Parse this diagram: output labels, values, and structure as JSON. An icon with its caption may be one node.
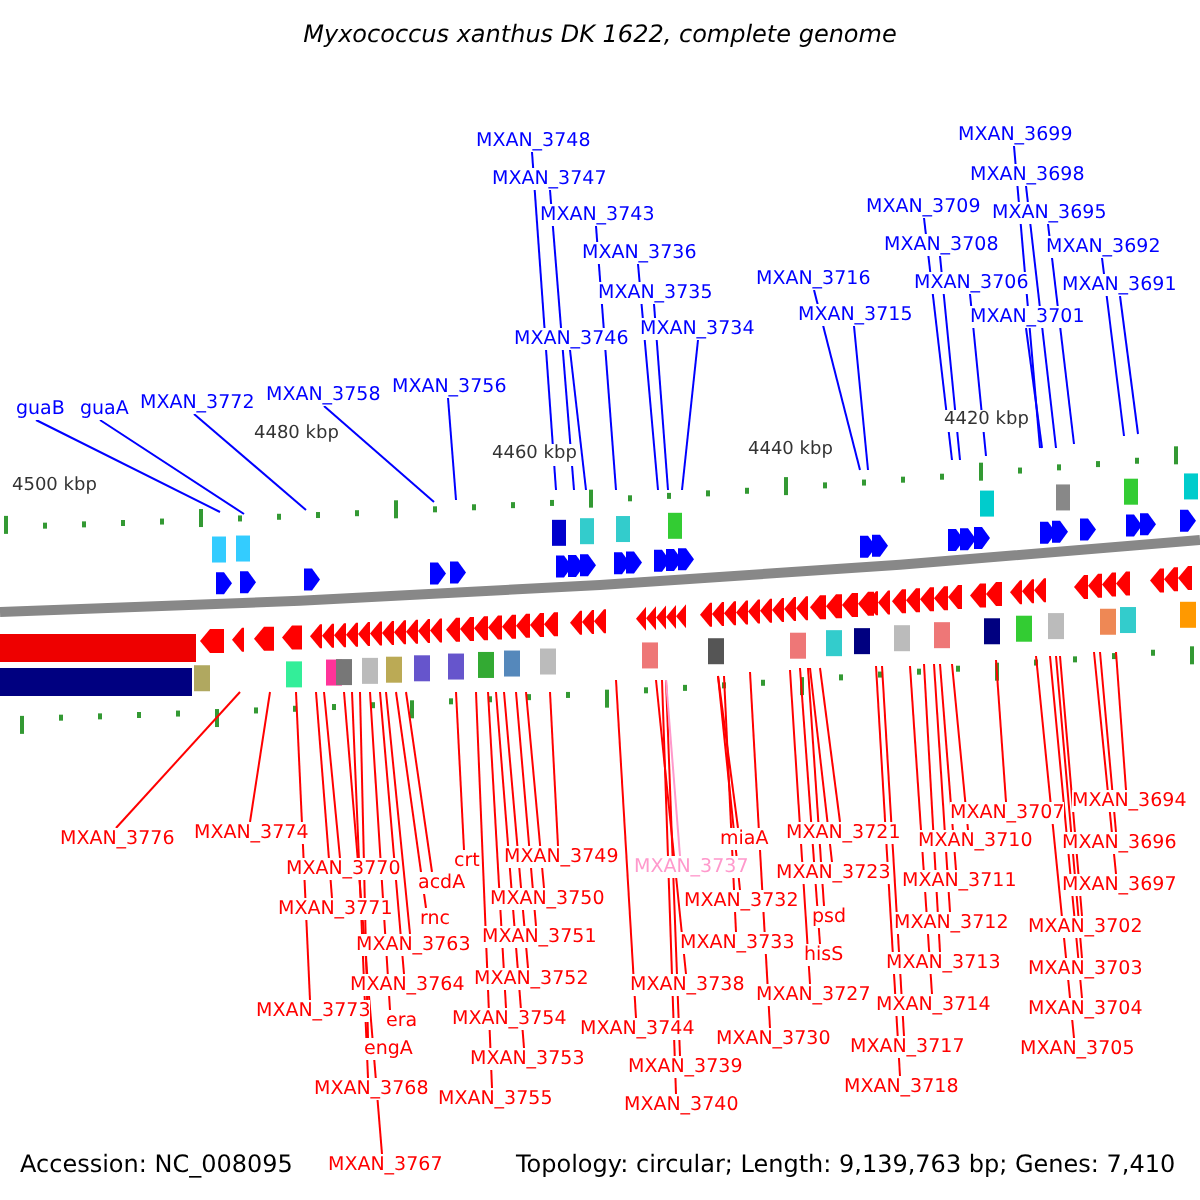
{
  "diagram": {
    "title": "Myxococcus xanthus DK 1622, complete genome",
    "nodes": [
      {
        "text": [
          "guaB"
        ]
      },
      {
        "text": [
          "guaA"
        ]
      },
      {
        "text": [
          "MXAN_3772"
        ]
      },
      {
        "text": [
          "MXAN_3758"
        ]
      },
      {
        "text": [
          "MXAN_3756"
        ]
      },
      {
        "text": [
          "MXAN_3748"
        ]
      },
      {
        "text": [
          "MXAN_3747"
        ]
      },
      {
        "text": [
          "MXAN_3743"
        ]
      },
      {
        "text": [
          "MXAN_3736"
        ]
      },
      {
        "text": [
          "MXAN_3735"
        ]
      },
      {
        "text": [
          "MXAN_3734"
        ]
      },
      {
        "text": [
          "MXAN_3746"
        ]
      },
      {
        "text": [
          "MXAN_3716"
        ]
      },
      {
        "text": [
          "MXAN_3715"
        ]
      },
      {
        "text": [
          "MXAN_3709"
        ]
      },
      {
        "text": [
          "MXAN_3708"
        ]
      },
      {
        "text": [
          "MXAN_3706"
        ]
      },
      {
        "text": [
          "MXAN_3701"
        ]
      },
      {
        "text": [
          "MXAN_3699"
        ]
      },
      {
        "text": [
          "MXAN_3698"
        ]
      },
      {
        "text": [
          "MXAN_3695"
        ]
      },
      {
        "text": [
          "MXAN_3692"
        ]
      },
      {
        "text": [
          "MXAN_3691"
        ]
      },
      {
        "text": [
          "MXAN_3776"
        ]
      },
      {
        "text": [
          "MXAN_3774"
        ]
      },
      {
        "text": [
          "MXAN_3770"
        ]
      },
      {
        "text": [
          "acdA"
        ]
      },
      {
        "text": [
          "crt"
        ]
      },
      {
        "text": [
          "MXAN_3749"
        ]
      },
      {
        "text": [
          "MXAN_3771"
        ]
      },
      {
        "text": [
          "MXAN_3750"
        ]
      },
      {
        "text": [
          "rnc"
        ]
      },
      {
        "text": [
          "MXAN_3763"
        ]
      },
      {
        "text": [
          "MXAN_3751"
        ]
      },
      {
        "text": [
          "MXAN_3764"
        ]
      },
      {
        "text": [
          "MXAN_3752"
        ]
      },
      {
        "text": [
          "MXAN_3773"
        ]
      },
      {
        "text": [
          "era"
        ]
      },
      {
        "text": [
          "MXAN_3754"
        ]
      },
      {
        "text": [
          "engA"
        ]
      },
      {
        "text": [
          "MXAN_3753"
        ]
      },
      {
        "text": [
          "MXAN_3768"
        ]
      },
      {
        "text": [
          "MXAN_3755"
        ]
      },
      {
        "text": [
          "MXAN_3767"
        ]
      },
      {
        "text": [
          "MXAN_3744"
        ]
      },
      {
        "text": [
          "MXAN_3738"
        ]
      },
      {
        "text": [
          "MXAN_3739"
        ]
      },
      {
        "text": [
          "MXAN_3740"
        ]
      },
      {
        "text": [
          "MXAN_3737"
        ]
      },
      {
        "text": [
          "miaA"
        ]
      },
      {
        "text": [
          "MXAN_3732"
        ]
      },
      {
        "text": [
          "MXAN_3733"
        ]
      },
      {
        "text": [
          "MXAN_3730"
        ]
      },
      {
        "text": [
          "MXAN_3727"
        ]
      },
      {
        "text": [
          "MXAN_3721"
        ]
      },
      {
        "text": [
          "MXAN_3723"
        ]
      },
      {
        "text": [
          "psd"
        ]
      },
      {
        "text": [
          "hisS"
        ]
      },
      {
        "text": [
          "MXAN_3707"
        ]
      },
      {
        "text": [
          "MXAN_3710"
        ]
      },
      {
        "text": [
          "MXAN_3711"
        ]
      },
      {
        "text": [
          "MXAN_3712"
        ]
      },
      {
        "text": [
          "MXAN_3713"
        ]
      },
      {
        "text": [
          "MXAN_3714"
        ]
      },
      {
        "text": [
          "MXAN_3717"
        ]
      },
      {
        "text": [
          "MXAN_3718"
        ]
      },
      {
        "text": [
          "MXAN_3694"
        ]
      },
      {
        "text": [
          "MXAN_3696"
        ]
      },
      {
        "text": [
          "MXAN_3697"
        ]
      },
      {
        "text": [
          "MXAN_3702"
        ]
      },
      {
        "text": [
          "MXAN_3703"
        ]
      },
      {
        "text": [
          "MXAN_3704"
        ]
      },
      {
        "text": [
          "MXAN_3705"
        ]
      }
    ],
    "edges": [
      {
        "from": 0,
        "to": null,
        "arrow": "none",
        "color": "#0000ff"
      },
      {
        "from": 1,
        "to": null,
        "arrow": "none",
        "color": "#0000ff"
      },
      {
        "from": 2,
        "to": null,
        "arrow": "none",
        "color": "#0000ff"
      },
      {
        "from": 3,
        "to": null,
        "arrow": "none",
        "color": "#0000ff"
      },
      {
        "from": 4,
        "to": null,
        "arrow": "none",
        "color": "#0000ff"
      },
      {
        "from": 5,
        "to": null,
        "arrow": "none",
        "color": "#0000ff"
      },
      {
        "from": 6,
        "to": null,
        "arrow": "none",
        "color": "#0000ff"
      },
      {
        "from": 7,
        "to": null,
        "arrow": "none",
        "color": "#0000ff"
      },
      {
        "from": 8,
        "to": null,
        "arrow": "none",
        "color": "#0000ff"
      },
      {
        "from": 9,
        "to": null,
        "arrow": "none",
        "color": "#0000ff"
      },
      {
        "from": 10,
        "to": null,
        "arrow": "none",
        "color": "#0000ff"
      },
      {
        "from": 11,
        "to": null,
        "arrow": "none",
        "color": "#0000ff"
      },
      {
        "from": 12,
        "to": null,
        "arrow": "none",
        "color": "#0000ff"
      },
      {
        "from": 13,
        "to": null,
        "arrow": "none",
        "color": "#0000ff"
      },
      {
        "from": 14,
        "to": null,
        "arrow": "none",
        "color": "#0000ff"
      },
      {
        "from": 15,
        "to": null,
        "arrow": "none",
        "color": "#0000ff"
      },
      {
        "from": 16,
        "to": null,
        "arrow": "none",
        "color": "#0000ff"
      },
      {
        "from": 17,
        "to": null,
        "arrow": "none",
        "color": "#0000ff"
      },
      {
        "from": 18,
        "to": null,
        "arrow": "none",
        "color": "#0000ff"
      },
      {
        "from": 19,
        "to": null,
        "arrow": "none",
        "color": "#0000ff"
      },
      {
        "from": 20,
        "to": null,
        "arrow": "none",
        "color": "#0000ff"
      },
      {
        "from": 21,
        "to": null,
        "arrow": "none",
        "color": "#0000ff"
      },
      {
        "from": 22,
        "to": null,
        "arrow": "none",
        "color": "#0000ff"
      },
      {
        "from": 23,
        "to": null,
        "arrow": "none"
      },
      {
        "from": 24,
        "to": null,
        "arrow": "none"
      },
      {
        "from": 25,
        "to": null,
        "arrow": "none"
      },
      {
        "from": 26,
        "to": null,
        "arrow": "none"
      },
      {
        "from": 27,
        "to": null,
        "arrow": "none"
      },
      {
        "from": 28,
        "to": null,
        "arrow": "none"
      },
      {
        "from": 29,
        "to": null,
        "arrow": "none"
      },
      {
        "from": 30,
        "to": null,
        "arrow": "none"
      },
      {
        "from": 31,
        "to": null,
        "arrow": "none"
      },
      {
        "from": 32,
        "to": null,
        "arrow": "none"
      },
      {
        "from": 33,
        "to": null,
        "arrow": "none"
      },
      {
        "from": 34,
        "to": null,
        "arrow": "none"
      },
      {
        "from": 35,
        "to": null,
        "arrow": "none"
      },
      {
        "from": 36,
        "to": null,
        "arrow": "none"
      },
      {
        "from": 37,
        "to": null,
        "arrow": "none"
      },
      {
        "from": 38,
        "to": null,
        "arrow": "none"
      },
      {
        "from": 39,
        "to": null,
        "arrow": "none"
      },
      {
        "from": 40,
        "to": null,
        "arrow": "none"
      },
      {
        "from": 41,
        "to": null,
        "arrow": "none"
      },
      {
        "from": 42,
        "to": null,
        "arrow": "none"
      },
      {
        "from": 43,
        "to": null,
        "arrow": "none"
      },
      {
        "from": 44,
        "to": null,
        "arrow": "none"
      },
      {
        "from": 45,
        "to": null,
        "arrow": "none"
      },
      {
        "from": 46,
        "to": null,
        "arrow": "none"
      },
      {
        "from": 47,
        "to": null,
        "arrow": "none"
      },
      {
        "from": 48,
        "to": null,
        "arrow": "none",
        "color": "#ff99cc"
      },
      {
        "from": 49,
        "to": null,
        "arrow": "none"
      },
      {
        "from": 50,
        "to": null,
        "arrow": "none"
      },
      {
        "from": 51,
        "to": null,
        "arrow": "none"
      },
      {
        "from": 52,
        "to": null,
        "arrow": "none"
      },
      {
        "from": 53,
        "to": null,
        "arrow": "none"
      },
      {
        "from": 54,
        "to": null,
        "arrow": "none"
      },
      {
        "from": 55,
        "to": null,
        "arrow": "none"
      },
      {
        "from": 56,
        "to": null,
        "arrow": "none"
      },
      {
        "from": 57,
        "to": null,
        "arrow": "none"
      },
      {
        "from": 58,
        "to": null,
        "arrow": "none"
      },
      {
        "from": 59,
        "to": null,
        "arrow": "none"
      },
      {
        "from": 60,
        "to": null,
        "arrow": "none"
      },
      {
        "from": 61,
        "to": null,
        "arrow": "none"
      },
      {
        "from": 62,
        "to": null,
        "arrow": "none"
      },
      {
        "from": 63,
        "to": null,
        "arrow": "none"
      },
      {
        "from": 64,
        "to": null,
        "arrow": "none"
      },
      {
        "from": 65,
        "to": null,
        "arrow": "none"
      },
      {
        "from": 66,
        "to": null,
        "arrow": "none"
      },
      {
        "from": 67,
        "to": null,
        "arrow": "none"
      },
      {
        "from": 68,
        "to": null,
        "arrow": "none"
      },
      {
        "from": 69,
        "to": null,
        "arrow": "none"
      },
      {
        "from": 70,
        "to": null,
        "arrow": "none"
      },
      {
        "from": 71,
        "to": null,
        "arrow": "none"
      },
      {
        "from": 72,
        "to": null,
        "arrow": "none"
      }
    ],
    "labels": [
      "4500 kbp",
      "4480 kbp",
      "4460 kbp",
      "4440 kbp",
      "4420 kbp",
      "Accession: NC_008095",
      "Topology: circular; Length: 9,139,763 bp; Genes: 7,410"
    ]
  }
}
